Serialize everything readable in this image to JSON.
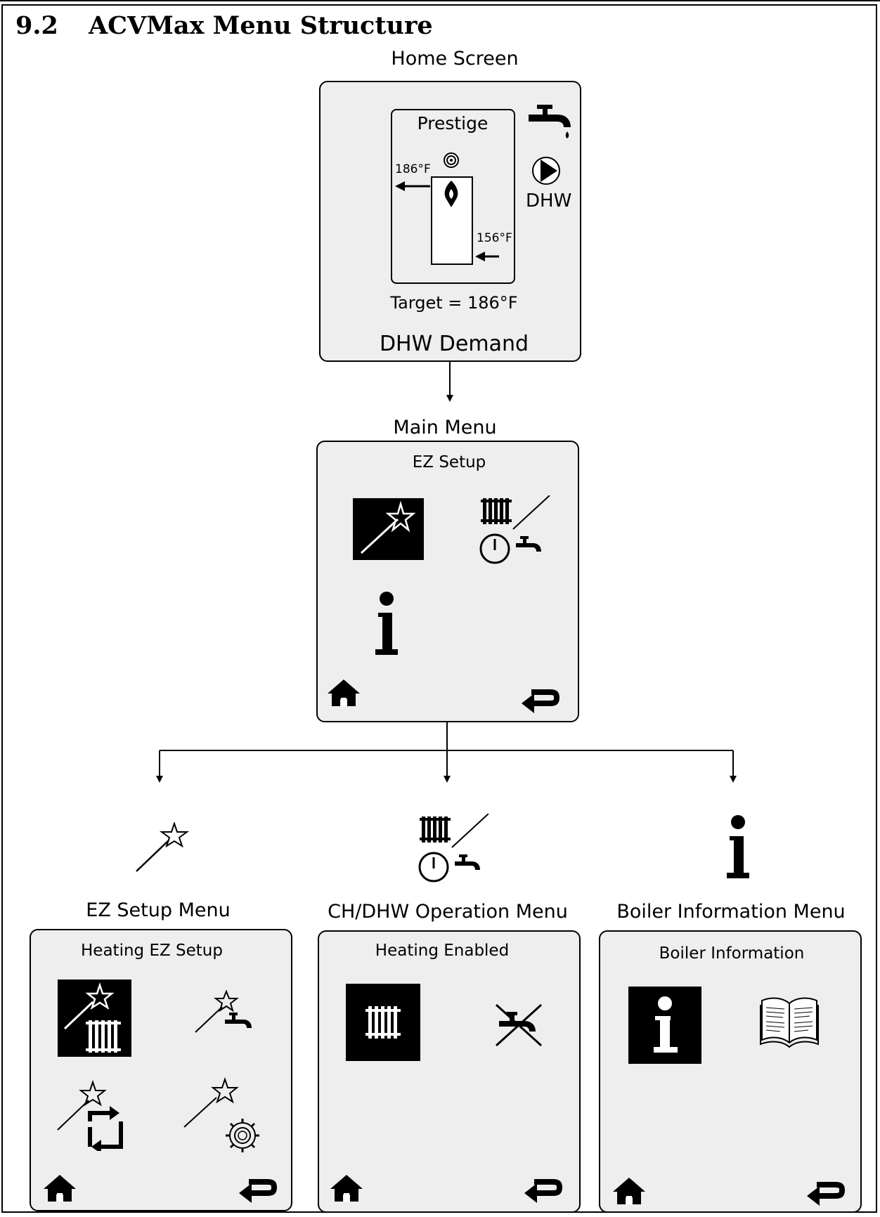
{
  "section": {
    "number": "9.2",
    "title": "ACVMax Menu Structure"
  },
  "home": {
    "caption": "Home Screen",
    "inner_label": "Prestige",
    "supply_temp": "186°F",
    "return_temp": "156°F",
    "target": "Target = 186°F",
    "mode": "DHW",
    "status": "DHW Demand"
  },
  "main_menu": {
    "caption": "Main Menu",
    "title": "EZ Setup"
  },
  "submenus": {
    "ez": {
      "caption": "EZ Setup Menu",
      "title": "Heating EZ Setup"
    },
    "ch": {
      "caption": "CH/DHW Operation Menu",
      "title": "Heating Enabled"
    },
    "info": {
      "caption": "Boiler Information Menu",
      "title": "Boiler Information"
    }
  },
  "colors": {
    "panel_bg": "#eeeeee",
    "ink": "#000000",
    "selected_bg": "#000000"
  },
  "icons": [
    "tap-icon",
    "pump-icon",
    "flame-icon",
    "fan-icon",
    "magic-wand-icon",
    "radiator-icon",
    "clock-icon",
    "info-icon",
    "home-icon",
    "back-icon",
    "recirculate-icon",
    "gear-icon",
    "book-icon",
    "disabled-tap-icon"
  ]
}
